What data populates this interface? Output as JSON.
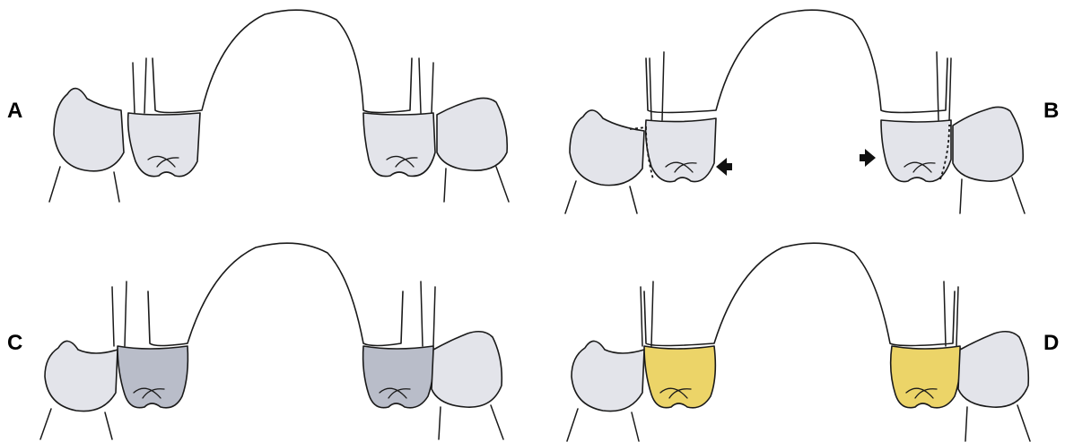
{
  "panels": [
    {
      "label": "A",
      "state": "unprepared abutments",
      "abutment_color": "#e3e4ea",
      "prep_lines": false,
      "arrows": false
    },
    {
      "label": "B",
      "state": "preparation outlined with dashed lines and arrows",
      "abutment_color": "#e3e4ea",
      "prep_lines": true,
      "arrows": true
    },
    {
      "label": "C",
      "state": "prepared abutments",
      "abutment_color": "#b9bdc9",
      "prep_lines": false,
      "arrows": false
    },
    {
      "label": "D",
      "state": "restored abutments",
      "abutment_color": "#ecd468",
      "prep_lines": false,
      "arrows": false
    }
  ],
  "colors": {
    "adjacent_tooth": "#e3e4ea",
    "outline": "#1a1a1a",
    "background": "#ffffff"
  }
}
